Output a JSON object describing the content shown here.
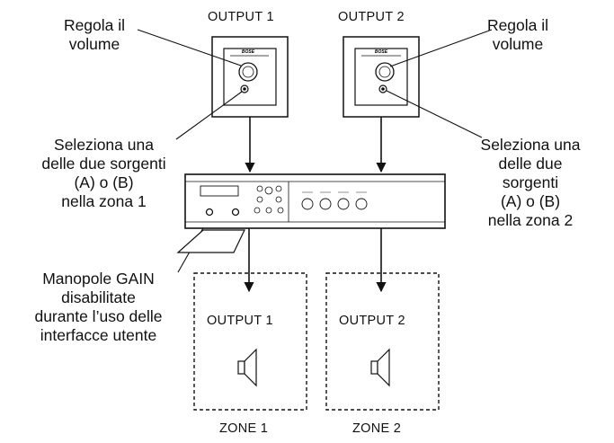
{
  "panels": [
    {
      "output_label": "OUTPUT 1",
      "brand": "BOSE",
      "adjust_label": "Regola il volume",
      "select_label": "Seleziona una delle due sorgenti (A) o (B) nella zona 1"
    },
    {
      "output_label": "OUTPUT 2",
      "brand": "BOSE",
      "adjust_label": "Regola il volume",
      "select_label": "Seleziona una delle due sorgenti (A) o (B) nella zona 2"
    }
  ],
  "labels": {
    "adjust_left_1": "Regola il",
    "adjust_left_2": "volume",
    "adjust_right_1": "Regola il",
    "adjust_right_2": "volume",
    "select_left_1": "Seleziona una",
    "select_left_2": "delle due sorgenti",
    "select_left_3": "(A) o (B)",
    "select_left_4": "nella zona 1",
    "select_right_1": "Seleziona una",
    "select_right_2": "delle due",
    "select_right_3": "sorgenti",
    "select_right_4": "(A) o (B)",
    "select_right_5": "nella zona 2",
    "gain_1": "Manopole GAIN",
    "gain_2": "disabilitate",
    "gain_3": "durante l’uso delle",
    "gain_4": "interfacce utente"
  },
  "zones": [
    {
      "output_label": "OUTPUT 1",
      "zone_label": "ZONE 1"
    },
    {
      "output_label": "OUTPUT 2",
      "zone_label": "ZONE 2"
    }
  ]
}
